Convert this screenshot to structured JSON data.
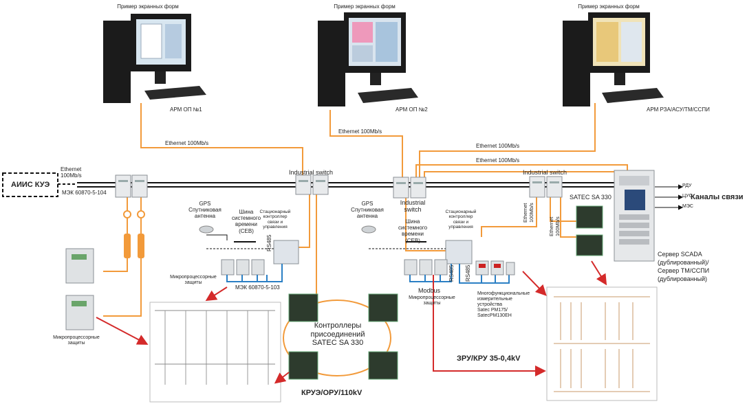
{
  "top_caption": "Пример экранных форм",
  "workstations": [
    {
      "caption": "Пример экранных форм",
      "label": "АРМ ОП №1"
    },
    {
      "caption": "Пример экранных форм",
      "label": "АРМ ОП №2"
    },
    {
      "caption": "Пример экранных форм",
      "label": "АРМ РЗА/АСУ/ТМ/ССПИ"
    }
  ],
  "ethernet_labels": {
    "left_main": "Ethernet 100Mb/s",
    "center_top": "Ethernet 100Mb/s",
    "right_top": "Ethernet 100Mb/s",
    "right_second": "Ethernet 100Mb/s",
    "aiis_link": "Ethernet\n100Mb/s",
    "aiis_protocol": "МЭК 60870-5-104",
    "vertical_1": "Ethernet\n100Mb/s",
    "vertical_2": "Ethernet\n100Mb/s"
  },
  "aiis_box": "АИИС КУЭ",
  "switch_labels": {
    "left": "Industrial switch",
    "center": "Industrial\nswitch",
    "right": "Industrial switch"
  },
  "left_group": {
    "gps": "GPS\nСпутниковая\nантенна",
    "time_bus": "Шина\nсистемного\nвремени\n(СЕВ)",
    "controller": "Стационарный\nконтроллер\nсвязи и\nуправления",
    "rs485": "RS485",
    "protection_label": "Микропроцессорные\nзащиты",
    "protocol": "МЭК 60870-5-103",
    "relay_label": "Микропроцессорные\nзащиты"
  },
  "center_group": {
    "gps": "GPS\nСпутниковая\nантенна",
    "time_bus": "Шина\nсистемного\nвремени\n(СЕВ)",
    "controller": "Стационарный\nконтроллер\nсвязи и\nуправления",
    "rs485_a": "RS485",
    "rs485_b": "RS485",
    "modbus": "Modbus",
    "protection_label": "Микропроцессорные\nзащиты",
    "meters_label": "Многофункциональные\nизмерительные\nустройства\nSatec PM175/\nSatecPM130EH"
  },
  "controllers_ring": "Контроллеры\nприсоединений\nSATEC SA 330",
  "satec_top": "SATEC SA 330",
  "server": {
    "label": "Сервер SCADA\n(дублированный)/\nСервер ТМ/ССПИ\n(дублированный)",
    "channels": [
      "РДУ",
      "ЦУС",
      "МЭС"
    ],
    "channels_title": "Каналы связи"
  },
  "bottom_labels": {
    "kru": "КРУЭ/ОРУ/110kV",
    "zru": "ЗРУ/КРУ 35-0,4kV"
  },
  "colors": {
    "orange": "#f29a3a",
    "blue": "#2a7fc4",
    "red": "#d42a2a",
    "dark": "#111111"
  }
}
